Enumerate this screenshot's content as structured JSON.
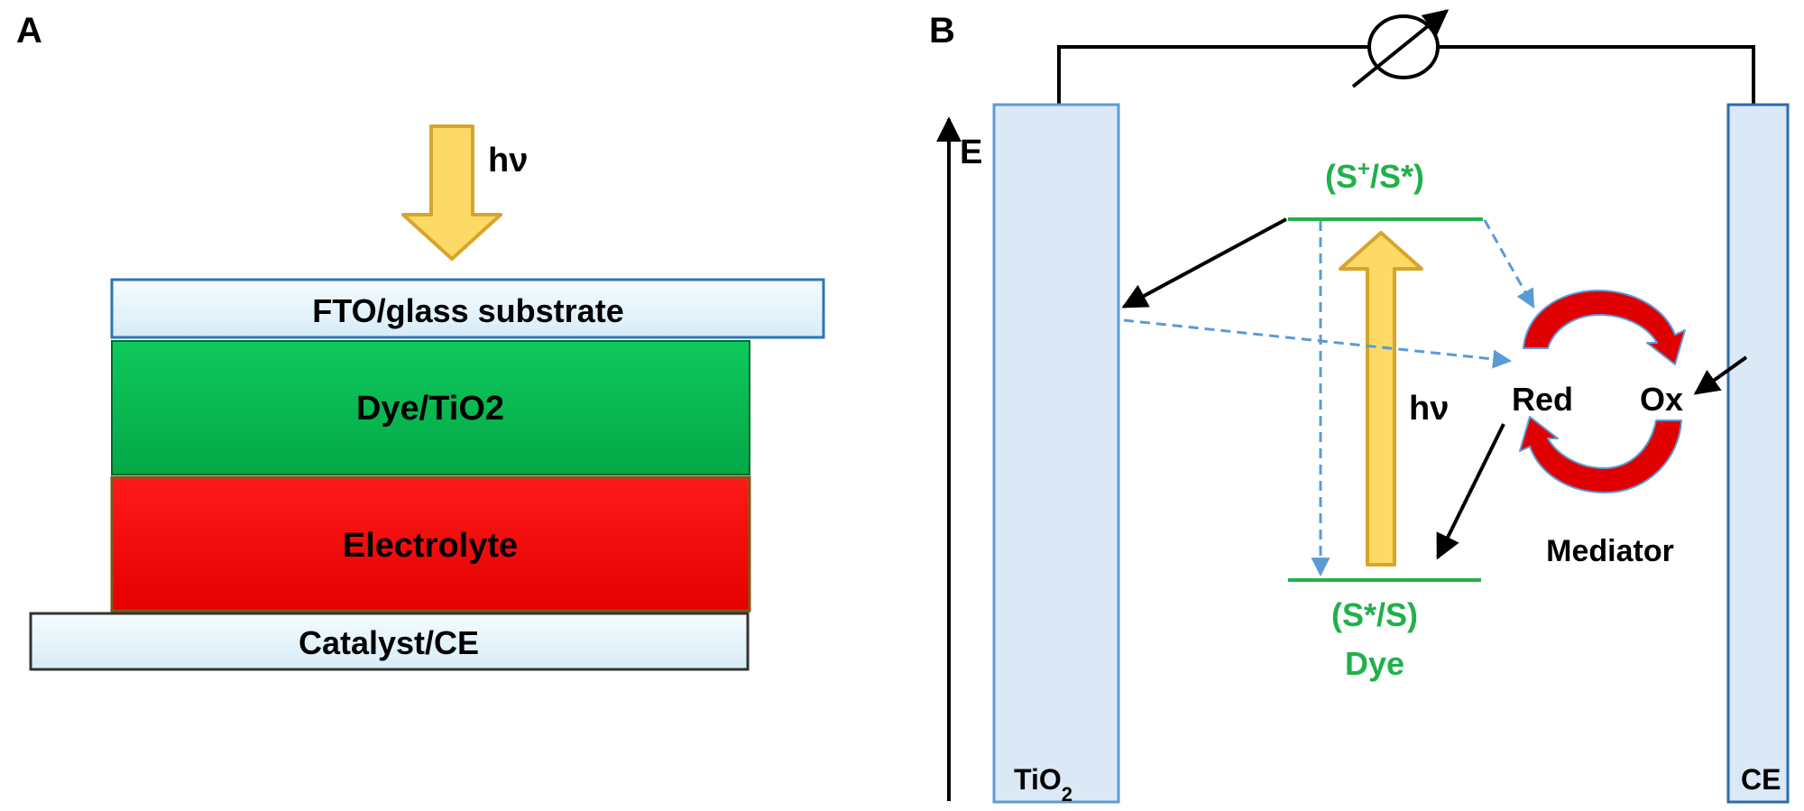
{
  "panel_a": {
    "label": "A",
    "light": "hν",
    "layers": {
      "fto": "FTO/glass substrate",
      "dye": "Dye/TiO2",
      "electrolyte": "Electrolyte",
      "catalyst": "Catalyst/CE"
    }
  },
  "panel_b": {
    "label": "B",
    "energy_axis": "E",
    "tio2_electrode": {
      "base": "TiO",
      "sub": "2"
    },
    "ce_electrode": "CE",
    "excited_level": {
      "pre": "(S",
      "sup": "+",
      "post": "/S*)"
    },
    "ground_level": "(S*/S)",
    "dye_label": "Dye",
    "light": "hν",
    "red": "Red",
    "ox": "Ox",
    "mediator": "Mediator"
  },
  "colors": {
    "fto": "#e9f6fc",
    "dye": "#05b851",
    "electrolyte": "#f80404",
    "electrode_fill": "#dbe8f5",
    "electrode_stroke": "#5b9bd5",
    "dye_levels": "#21b04b",
    "arrow_yellow": "#ffd966",
    "arrow_yellow_stroke": "#d6a52a",
    "dashed_blue": "#5b9bd5",
    "mediator_red": "#e00000"
  }
}
